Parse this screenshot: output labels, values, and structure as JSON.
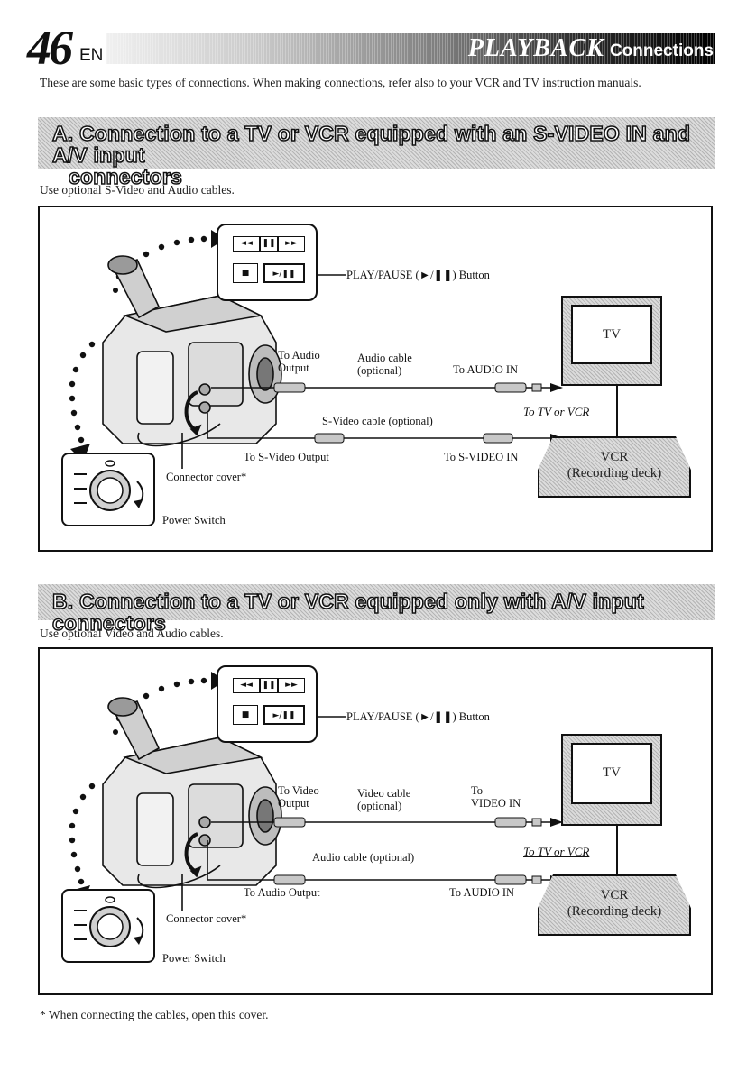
{
  "header": {
    "page_number": "46",
    "language": "EN",
    "title_main": "PLAYBACK",
    "title_sub": "Connections"
  },
  "intro": "These are some basic types of connections. When making connections, refer also to your VCR and TV instruction manuals.",
  "section_a": {
    "heading_line1": "A. Connection to a TV or VCR equipped with an S-VIDEO IN and A/V input",
    "heading_line2": "connectors",
    "note": "Use optional S-Video and Audio cables.",
    "labels": {
      "play_pause": "PLAY/PAUSE (►/❚❚) Button",
      "to_output_1_a": "To Audio",
      "to_output_1_b": "Output",
      "cable_1_a": "Audio cable",
      "cable_1_b": "(optional)",
      "to_input_1": "To AUDIO IN",
      "cable_2": "S-Video cable (optional)",
      "to_output_2": "To S-Video Output",
      "to_input_2": "To S-VIDEO IN",
      "to_tv_vcr": "To TV or VCR",
      "tv": "TV",
      "vcr_1": "VCR",
      "vcr_2": "(Recording deck)",
      "connector_cover": "Connector cover*",
      "power_switch": "Power Switch"
    }
  },
  "section_b": {
    "heading_line1": "B. Connection to a TV or VCR equipped only with A/V input connectors",
    "note": "Use optional Video and Audio cables.",
    "labels": {
      "play_pause": "PLAY/PAUSE (►/❚❚) Button",
      "to_output_1_a": "To Video",
      "to_output_1_b": "Output",
      "cable_1_a": "Video cable",
      "cable_1_b": "(optional)",
      "to_input_1_a": "To",
      "to_input_1_b": "VIDEO IN",
      "cable_2": "Audio cable (optional)",
      "to_output_2": "To Audio Output",
      "to_input_2": "To AUDIO IN",
      "to_tv_vcr": "To TV or VCR",
      "tv": "TV",
      "vcr_1": "VCR",
      "vcr_2": "(Recording deck)",
      "connector_cover": "Connector cover*",
      "power_switch": "Power Switch"
    }
  },
  "remote": {
    "rewind": "◄◄",
    "stop": "❚❚",
    "ffwd": "►►",
    "rec": "■",
    "play": "►/❚❚"
  },
  "footnote": "* When connecting the cables, open this cover."
}
